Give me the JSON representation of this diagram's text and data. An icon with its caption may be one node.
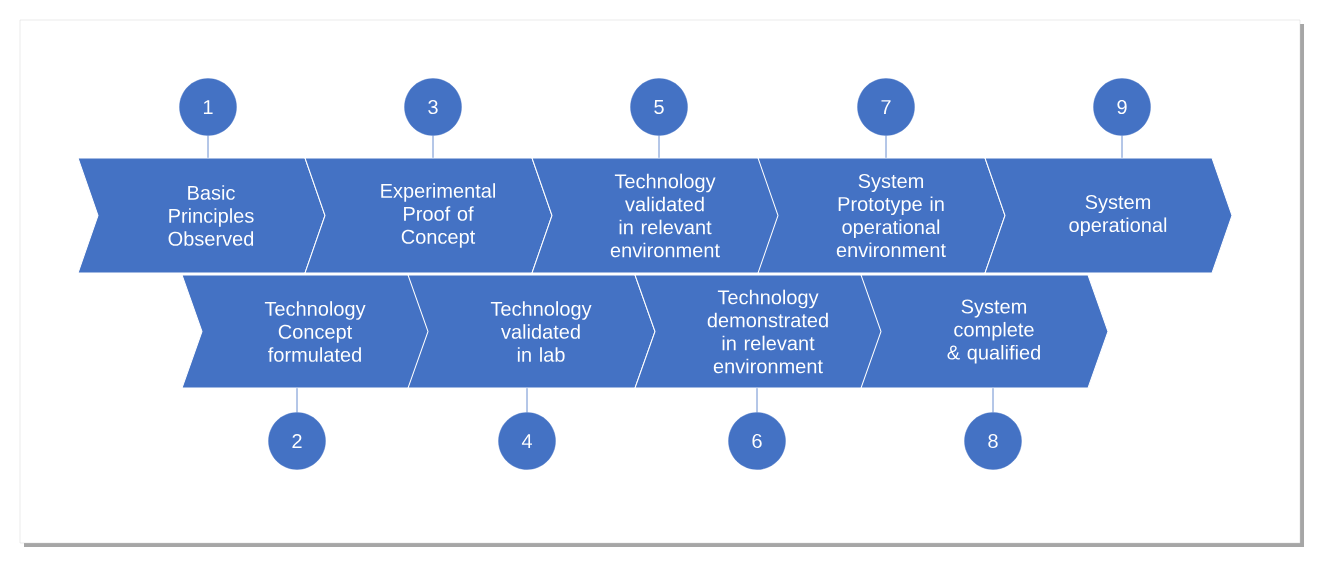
{
  "diagram": {
    "nodes": [
      {
        "text": [
          "Basic Principles Observed"
        ]
      },
      {
        "text": [
          "Technology Concept formulated"
        ]
      },
      {
        "text": [
          "Experimental Proof of Concept"
        ]
      },
      {
        "text": [
          "Technology validated in lab"
        ]
      },
      {
        "text": [
          "Technology validated in relevant environment"
        ]
      },
      {
        "text": [
          "Technology demonstrated in relevant environment"
        ]
      },
      {
        "text": [
          "System Prototype in operational environment"
        ]
      },
      {
        "text": [
          "System complete & qualified"
        ]
      },
      {
        "text": [
          "System operational"
        ]
      },
      {
        "text": [
          "1"
        ]
      },
      {
        "text": [
          "2"
        ]
      },
      {
        "text": [
          "3"
        ]
      },
      {
        "text": [
          "4"
        ]
      },
      {
        "text": [
          "5"
        ]
      },
      {
        "text": [
          "6"
        ]
      },
      {
        "text": [
          "7"
        ]
      },
      {
        "text": [
          "8"
        ]
      },
      {
        "text": [
          "9"
        ]
      }
    ],
    "edges": [
      {
        "from": 9,
        "to": 0,
        "arrow": "none"
      },
      {
        "from": 10,
        "to": 1,
        "arrow": "none"
      },
      {
        "from": 11,
        "to": 2,
        "arrow": "none"
      },
      {
        "from": 12,
        "to": 3,
        "arrow": "none"
      },
      {
        "from": 13,
        "to": 4,
        "arrow": "none"
      },
      {
        "from": 14,
        "to": 5,
        "arrow": "none"
      },
      {
        "from": 15,
        "to": 6,
        "arrow": "none"
      },
      {
        "from": 16,
        "to": 7,
        "arrow": "none"
      },
      {
        "from": 17,
        "to": 8,
        "arrow": "none"
      }
    ]
  }
}
